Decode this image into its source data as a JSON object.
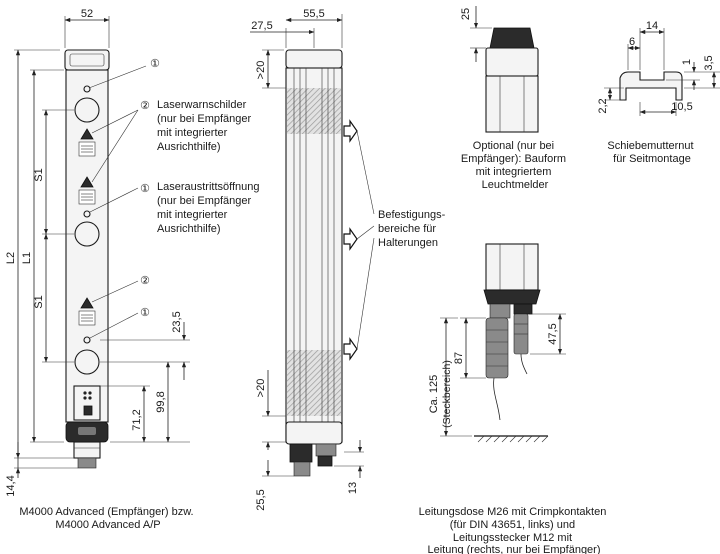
{
  "dimensions": {
    "width_top": "52",
    "depth_27_5": "27,5",
    "depth_55_5": "55,5",
    "dim_25": "25",
    "dim_14": "14",
    "dim_6": "6",
    "dim_1": "1",
    "dim_3_5": "3,5",
    "dim_2_2": "2,2",
    "dim_10_5": "10,5",
    "gt20_top": ">20",
    "gt20_bottom": ">20",
    "L2": "L2",
    "L1": "L1",
    "S1_upper": "S1",
    "S1_lower": "S1",
    "dim_23_5": "23,5",
    "dim_99_8": "99,8",
    "dim_71_2": "71,2",
    "dim_14_4": "14,4",
    "dim_25_5": "25,5",
    "dim_13": "13",
    "dim_87": "87",
    "dim_47_5": "47,5",
    "dim_ca125": "Ca. 125",
    "dim_steckbereich": "(Steckbereich)"
  },
  "callouts": {
    "c1": "①",
    "c2": "②",
    "laser_warn": [
      "Laserwarnschilder",
      "(nur bei Empfänger",
      "mit integrierter",
      "Ausrichthilfe)"
    ],
    "laser_exit": [
      "Laseraustrittsöffnung",
      "(nur bei Empfänger",
      "mit integrierter",
      "Ausrichthilfe)"
    ],
    "mounting": [
      "Befestigungs-",
      "bereiche für",
      "Halterungen"
    ]
  },
  "captions": {
    "main": [
      "M4000 Advanced (Empfänger) bzw.",
      "M4000 Advanced A/P"
    ],
    "optional": [
      "Optional (nur bei",
      "Empfänger): Bauform",
      "mit integriertem",
      "Leuchtmelder"
    ],
    "nut": [
      "Schiebemutternut",
      "für Seitmontage"
    ],
    "connector": [
      "Leitungsdose M26 mit Crimpkontakten",
      "(für DIN 43651, links) und",
      "Leitungsstecker M12 mit",
      "Leitung (rechts, nur bei Empfänger)"
    ]
  },
  "colors": {
    "line": "#1a1a1a",
    "fill": "#f4f4f4",
    "hatch": "#9a9a9a"
  }
}
